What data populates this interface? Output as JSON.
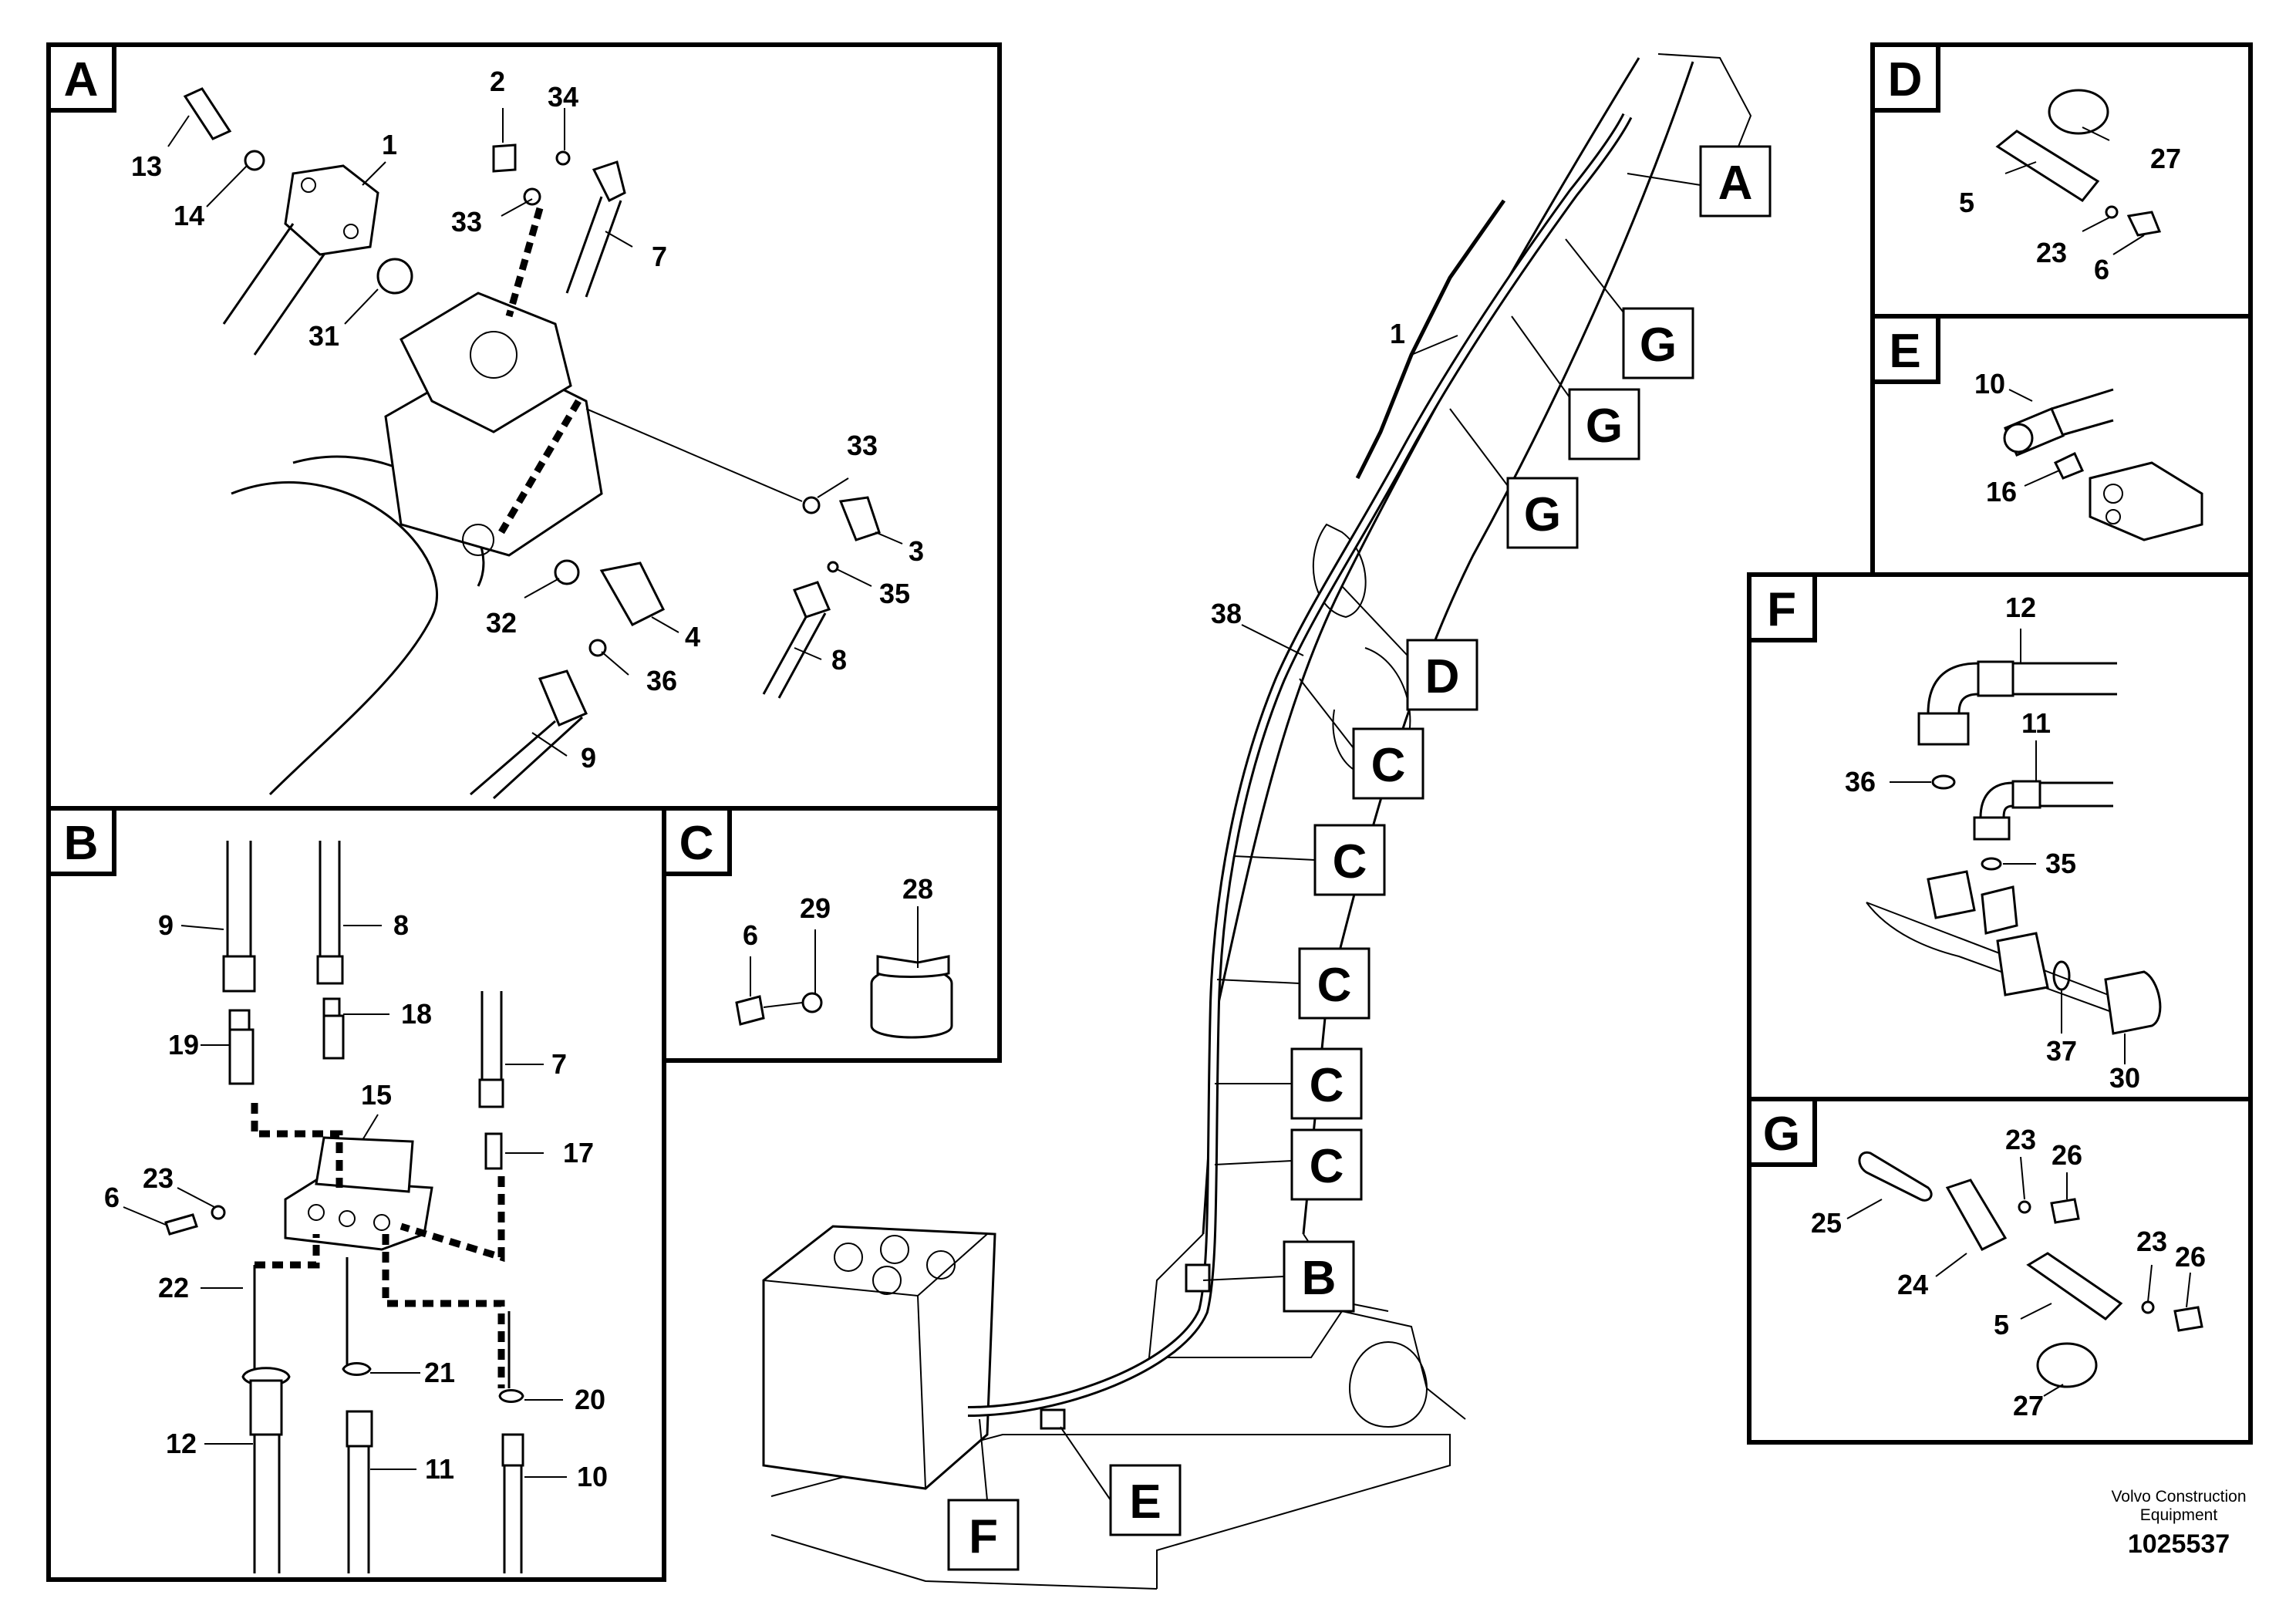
{
  "panels": {
    "A": "A",
    "B": "B",
    "C": "C",
    "D": "D",
    "E": "E",
    "F": "F",
    "G": "G"
  },
  "callouts_main": [
    "A",
    "G",
    "G",
    "G",
    "D",
    "C",
    "C",
    "C",
    "C",
    "C",
    "B",
    "E",
    "F"
  ],
  "part_numbers": {
    "main": [
      "1",
      "38"
    ],
    "A": [
      "13",
      "14",
      "1",
      "2",
      "34",
      "33",
      "7",
      "31",
      "33",
      "3",
      "35",
      "32",
      "4",
      "36",
      "8",
      "9"
    ],
    "B": [
      "9",
      "8",
      "19",
      "18",
      "7",
      "15",
      "23",
      "6",
      "17",
      "22",
      "21",
      "20",
      "12",
      "11",
      "10"
    ],
    "C": [
      "6",
      "29",
      "28"
    ],
    "D": [
      "27",
      "5",
      "23",
      "6"
    ],
    "E": [
      "10",
      "16"
    ],
    "F": [
      "12",
      "11",
      "36",
      "35",
      "37",
      "30"
    ],
    "G": [
      "23",
      "26",
      "25",
      "24",
      "23",
      "26",
      "5",
      "27"
    ]
  },
  "credit": {
    "line1": "Volvo Construction",
    "line2": "Equipment"
  },
  "document_number": "1025537"
}
